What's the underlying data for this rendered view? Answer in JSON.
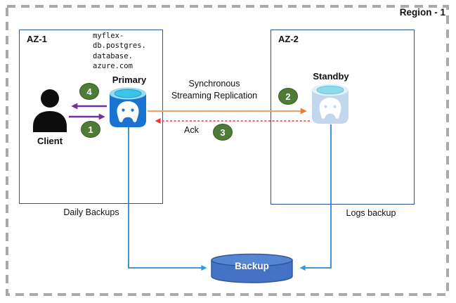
{
  "diagram": {
    "region_label": "Region - 1",
    "az1_label": "AZ-1",
    "az2_label": "AZ-2",
    "client_label": "Client",
    "primary_label": "Primary",
    "primary_hostname": "myflex-\ndb.postgres.\ndatabase.\nazure.com",
    "standby_label": "Standby",
    "backup_label": "Backup",
    "replication_label": "Synchronous\nStreaming Replication",
    "ack_label": "Ack",
    "daily_backups_label": "Daily Backups",
    "logs_backup_label": "Logs backup",
    "steps": [
      "1",
      "2",
      "3",
      "4"
    ]
  },
  "colors": {
    "region_border": "#A9A9A9",
    "az_border": "#27598E",
    "step_badge_green": "#4E7B35",
    "client_purple_arrow": "#7030A0",
    "replication_orange_arrow": "#ED7D31",
    "ack_red_arrow": "#FF2F2F",
    "backup_blue_line": "#2E86C8",
    "primary_db_blue": "#1973D1",
    "standby_db_light_blue": "#C2D6EE",
    "db_top_cyan": "#3EC3E8",
    "backup_cylinder_blue": "#4472C4"
  }
}
